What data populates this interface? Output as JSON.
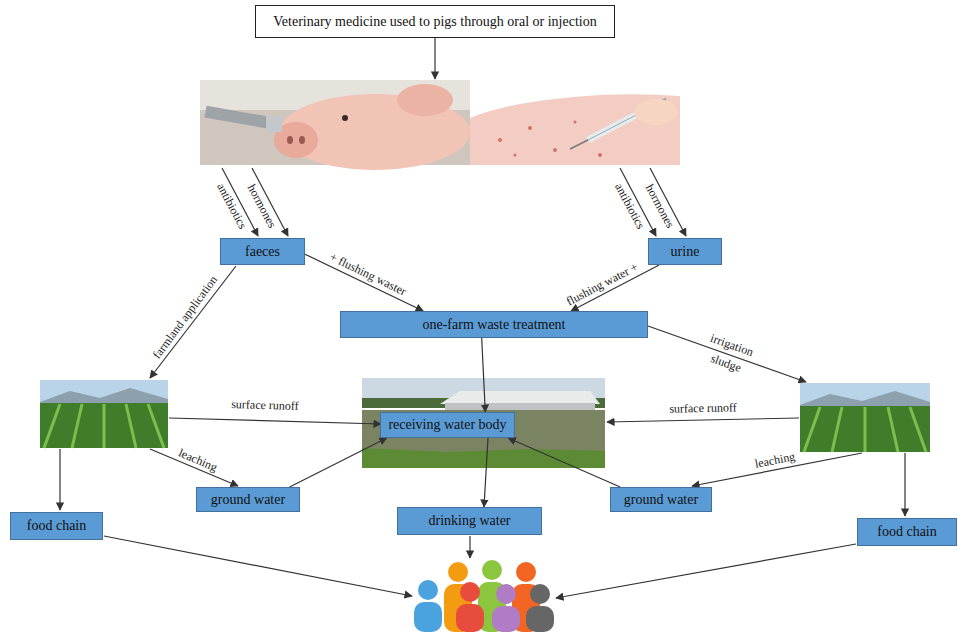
{
  "diagram": {
    "nodes": [
      {
        "text": [
          "Veterinary medicine used to pigs through oral or injection"
        ]
      },
      {
        "text": [
          "faeces"
        ]
      },
      {
        "text": [
          "urine"
        ]
      },
      {
        "text": [
          "one-farm waste treatment"
        ]
      },
      {
        "text": [
          "receiving water body"
        ]
      },
      {
        "text": [
          "ground water"
        ]
      },
      {
        "text": [
          "drinking water"
        ]
      },
      {
        "text": [
          "ground water"
        ]
      },
      {
        "text": [
          "food chain"
        ]
      },
      {
        "text": [
          "food chain"
        ]
      }
    ],
    "edges": [
      {
        "from": 1,
        "to": 3,
        "arrow": "to",
        "label": "+ flushing waster"
      },
      {
        "from": 2,
        "to": 3,
        "arrow": "to",
        "label": "flushing water +"
      },
      {
        "from": 3,
        "to": 4,
        "arrow": "to"
      },
      {
        "from": 5,
        "to": 4,
        "arrow": "to"
      },
      {
        "from": 7,
        "to": 4,
        "arrow": "to"
      },
      {
        "from": 4,
        "to": 6,
        "arrow": "to"
      }
    ],
    "labels": [
      "antibiotics",
      "hormones",
      "antibiotics",
      "hormones",
      "farmland application",
      "irrigation",
      "sludge",
      "surface runoff",
      "leaching",
      "surface runoff",
      "leaching"
    ]
  }
}
